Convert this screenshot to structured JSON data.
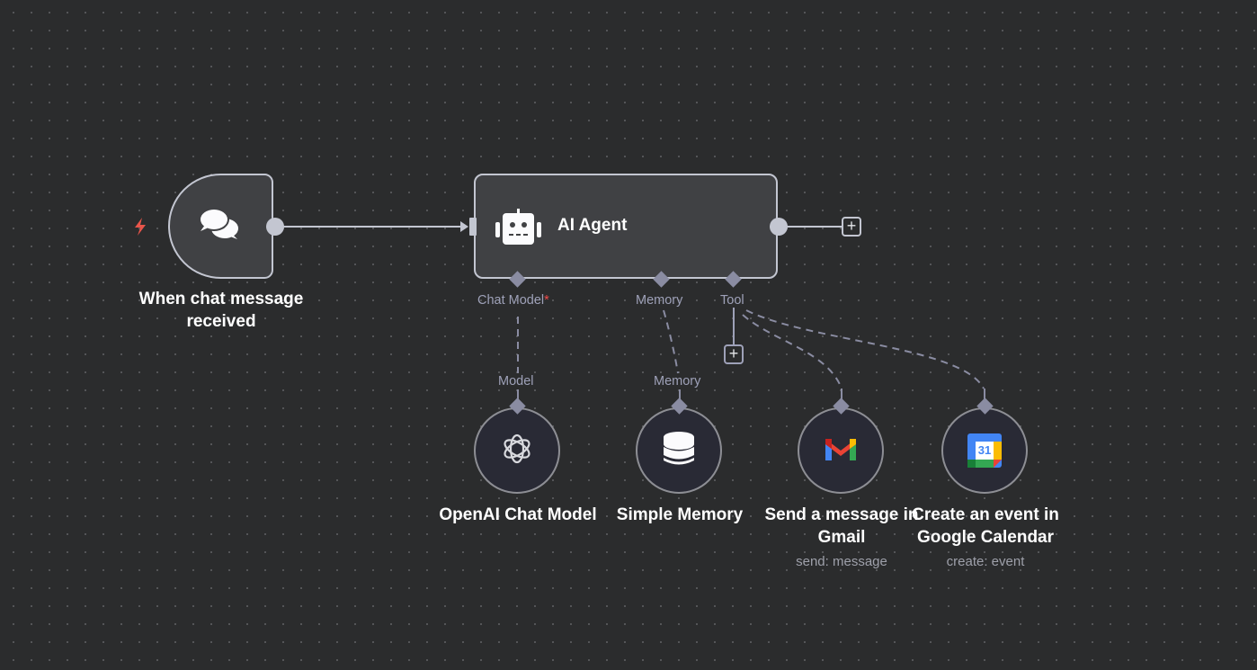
{
  "canvas": {
    "colors": {
      "background": "#2b2c2d",
      "node_fill": "#404144",
      "node_border": "#c3c6d1",
      "sub_node_fill": "#292a35",
      "port_color": "#8a8ca2",
      "required_color": "#f04a4a",
      "trigger_icon_color": "#e8554a"
    }
  },
  "nodes": {
    "trigger": {
      "label": "When chat message received",
      "label_line1": "When chat message",
      "label_line2": "received",
      "icon": "chat-bubbles-icon",
      "badge_icon": "lightning-bolt-icon"
    },
    "agent": {
      "title": "AI Agent",
      "icon": "robot-icon",
      "ports": [
        {
          "label": "Chat Model",
          "required_marker": "*"
        },
        {
          "label": "Memory"
        },
        {
          "label": "Tool"
        }
      ],
      "add_button": "+"
    },
    "openai": {
      "label": "OpenAI Chat Model",
      "port_label": "Model",
      "icon": "openai-icon"
    },
    "memory": {
      "label": "Simple Memory",
      "port_label": "Memory",
      "icon": "database-icon"
    },
    "gmail": {
      "label_line1": "Send a message in",
      "label_line2": "Gmail",
      "subtitle": "send: message",
      "icon": "gmail-icon"
    },
    "gcal": {
      "label_line1": "Create an event in",
      "label_line2": "Google Calendar",
      "subtitle": "create: event",
      "icon": "google-calendar-icon",
      "icon_text": "31"
    }
  },
  "tool_add_button": "+"
}
